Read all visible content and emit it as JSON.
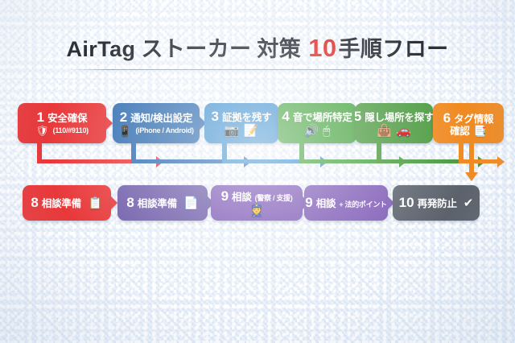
{
  "title": {
    "part1": "AirTag",
    "part2": "ストーカー",
    "part3": "対策",
    "number": "10",
    "part4": "手順フロー",
    "number_color": "#e0322e"
  },
  "colors": {
    "background": "#eaf1f9",
    "red": "#e8383a",
    "dark_blue": "#2f6cb0",
    "light_blue": "#3e8fcf",
    "green": "#46a340",
    "green_dark": "#4a9a3f",
    "orange": "#f08a22",
    "purple": "#6d5aa8",
    "purple_light": "#7d58b5",
    "gray": "#5b626c"
  },
  "flow": {
    "row1": [
      {
        "index": "1",
        "title": "安全確保",
        "sub": "(110/#9110)",
        "icons": [
          "shield-warning-icon"
        ],
        "glyphs": [
          "🛡"
        ],
        "color": "#e8383a",
        "layout": "two-line"
      },
      {
        "index": "2",
        "title": "通知/検出設定",
        "sub": "(iPhone / Android)",
        "icons": [
          "phone-settings-icon"
        ],
        "glyphs": [
          "📱"
        ],
        "color": "#2f6cb0",
        "layout": "two-line"
      },
      {
        "index": "3",
        "title": "証拠を残す",
        "sub": "",
        "icons": [
          "camera-icon",
          "memo-icon"
        ],
        "glyphs": [
          "📷",
          "📝"
        ],
        "color": "#3e8fcf",
        "layout": "icons-below"
      },
      {
        "index": "4",
        "title": "音で場所特定",
        "sub": "",
        "icons": [
          "speaker-icon",
          "airtag-icon"
        ],
        "glyphs": [
          "🔊",
          "🖱"
        ],
        "color": "#46a340",
        "layout": "icons-below"
      },
      {
        "index": "5",
        "title": "隠し場所を探す",
        "sub": "",
        "icons": [
          "bag-icon",
          "car-icon"
        ],
        "glyphs": [
          "👜",
          "🚗"
        ],
        "color": "#4a9a3f",
        "layout": "icons-below"
      },
      {
        "index": "6",
        "title": "タグ情報",
        "title2": "確認",
        "sub": "",
        "icons": [
          "tag-info-icon"
        ],
        "glyphs": [
          "📑"
        ],
        "color": "#f08a22",
        "layout": "stacked"
      }
    ],
    "row2": [
      {
        "index": "8",
        "title": "相談準備",
        "sub": "",
        "icons": [
          "clipboard-icon"
        ],
        "glyphs": [
          "📋"
        ],
        "color": "#e8383a",
        "layout": "inline-icon"
      },
      {
        "index": "8",
        "title": "相談準備",
        "sub": "",
        "icons": [
          "document-icon"
        ],
        "glyphs": [
          "📄"
        ],
        "color": "#6d5aa8",
        "layout": "inline-icon"
      },
      {
        "index": "9",
        "title": "相談",
        "sub": "(警察 / 支援)",
        "icons": [
          "police-officer-icon"
        ],
        "glyphs": [
          "👮"
        ],
        "color": "#7d58b5",
        "layout": "icon-below"
      },
      {
        "index": "9",
        "title": "相談",
        "sub": "+ 法的ポイント",
        "icons": [],
        "glyphs": [],
        "color": "#7d58b5",
        "layout": "inline-sub"
      },
      {
        "index": "10",
        "title": "再発防止",
        "sub": "",
        "icons": [
          "check-circle-icon"
        ],
        "glyphs": [
          "✔"
        ],
        "color": "#5b626c",
        "layout": "inline-icon"
      }
    ]
  },
  "connectors": {
    "row1_to_row2": [
      {
        "from": "1",
        "color": "#e8383a",
        "name": "connector-elbow-red"
      },
      {
        "from": "2",
        "color": "#2f6cb0",
        "name": "connector-elbow-dark-blue"
      },
      {
        "from": "3",
        "color": "#3e8fcf",
        "name": "connector-elbow-light-blue"
      },
      {
        "from": "4",
        "color": "#46a340",
        "name": "connector-elbow-green"
      },
      {
        "from": "5",
        "color": "#4a9a3f",
        "name": "connector-elbow-green-dark"
      },
      {
        "from": "6",
        "color": "#f08a22",
        "name": "connector-elbow-orange"
      }
    ],
    "down_arrow": {
      "color": "#f08a22",
      "name": "connector-down-arrow-orange"
    }
  }
}
